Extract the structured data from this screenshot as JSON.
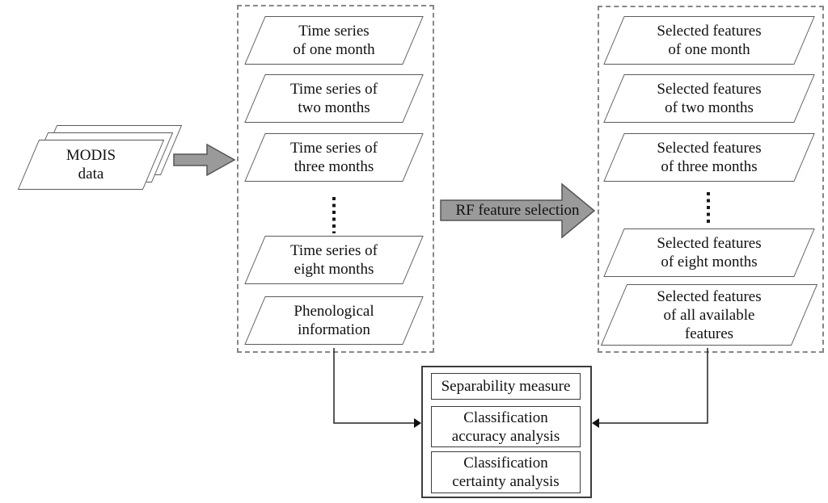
{
  "flow": {
    "modis_stack": {
      "lines": [
        "MODIS",
        "data"
      ]
    },
    "rf_arrow": {
      "label": "RF feature selection"
    },
    "time_series_group": {
      "items": [
        {
          "lines": [
            "Time series",
            "of one month"
          ]
        },
        {
          "lines": [
            "Time series of",
            "two months"
          ]
        },
        {
          "lines": [
            "Time series of",
            "three months"
          ]
        },
        {
          "lines": [
            "Time series of",
            "eight months"
          ]
        },
        {
          "lines": [
            "Phenological",
            "information"
          ]
        }
      ]
    },
    "selected_features_group": {
      "items": [
        {
          "lines": [
            "Selected features",
            "of one month"
          ]
        },
        {
          "lines": [
            "Selected features",
            "of two months"
          ]
        },
        {
          "lines": [
            "Selected features",
            "of three months"
          ]
        },
        {
          "lines": [
            "Selected features",
            "of eight months"
          ]
        },
        {
          "lines": [
            "Selected features",
            "of all available",
            "features"
          ]
        }
      ]
    },
    "evaluation_group": {
      "items": [
        {
          "lines": [
            "Separability measure"
          ]
        },
        {
          "lines": [
            "Classification",
            "accuracy analysis"
          ]
        },
        {
          "lines": [
            "Classification",
            "certainty analysis"
          ]
        }
      ]
    },
    "colors": {
      "arrow_fill": "#9a9a9a",
      "arrow_stroke": "#555555",
      "shape_border": "#5a5a5a",
      "dashed_border": "#878787",
      "connector": "#222222"
    }
  }
}
